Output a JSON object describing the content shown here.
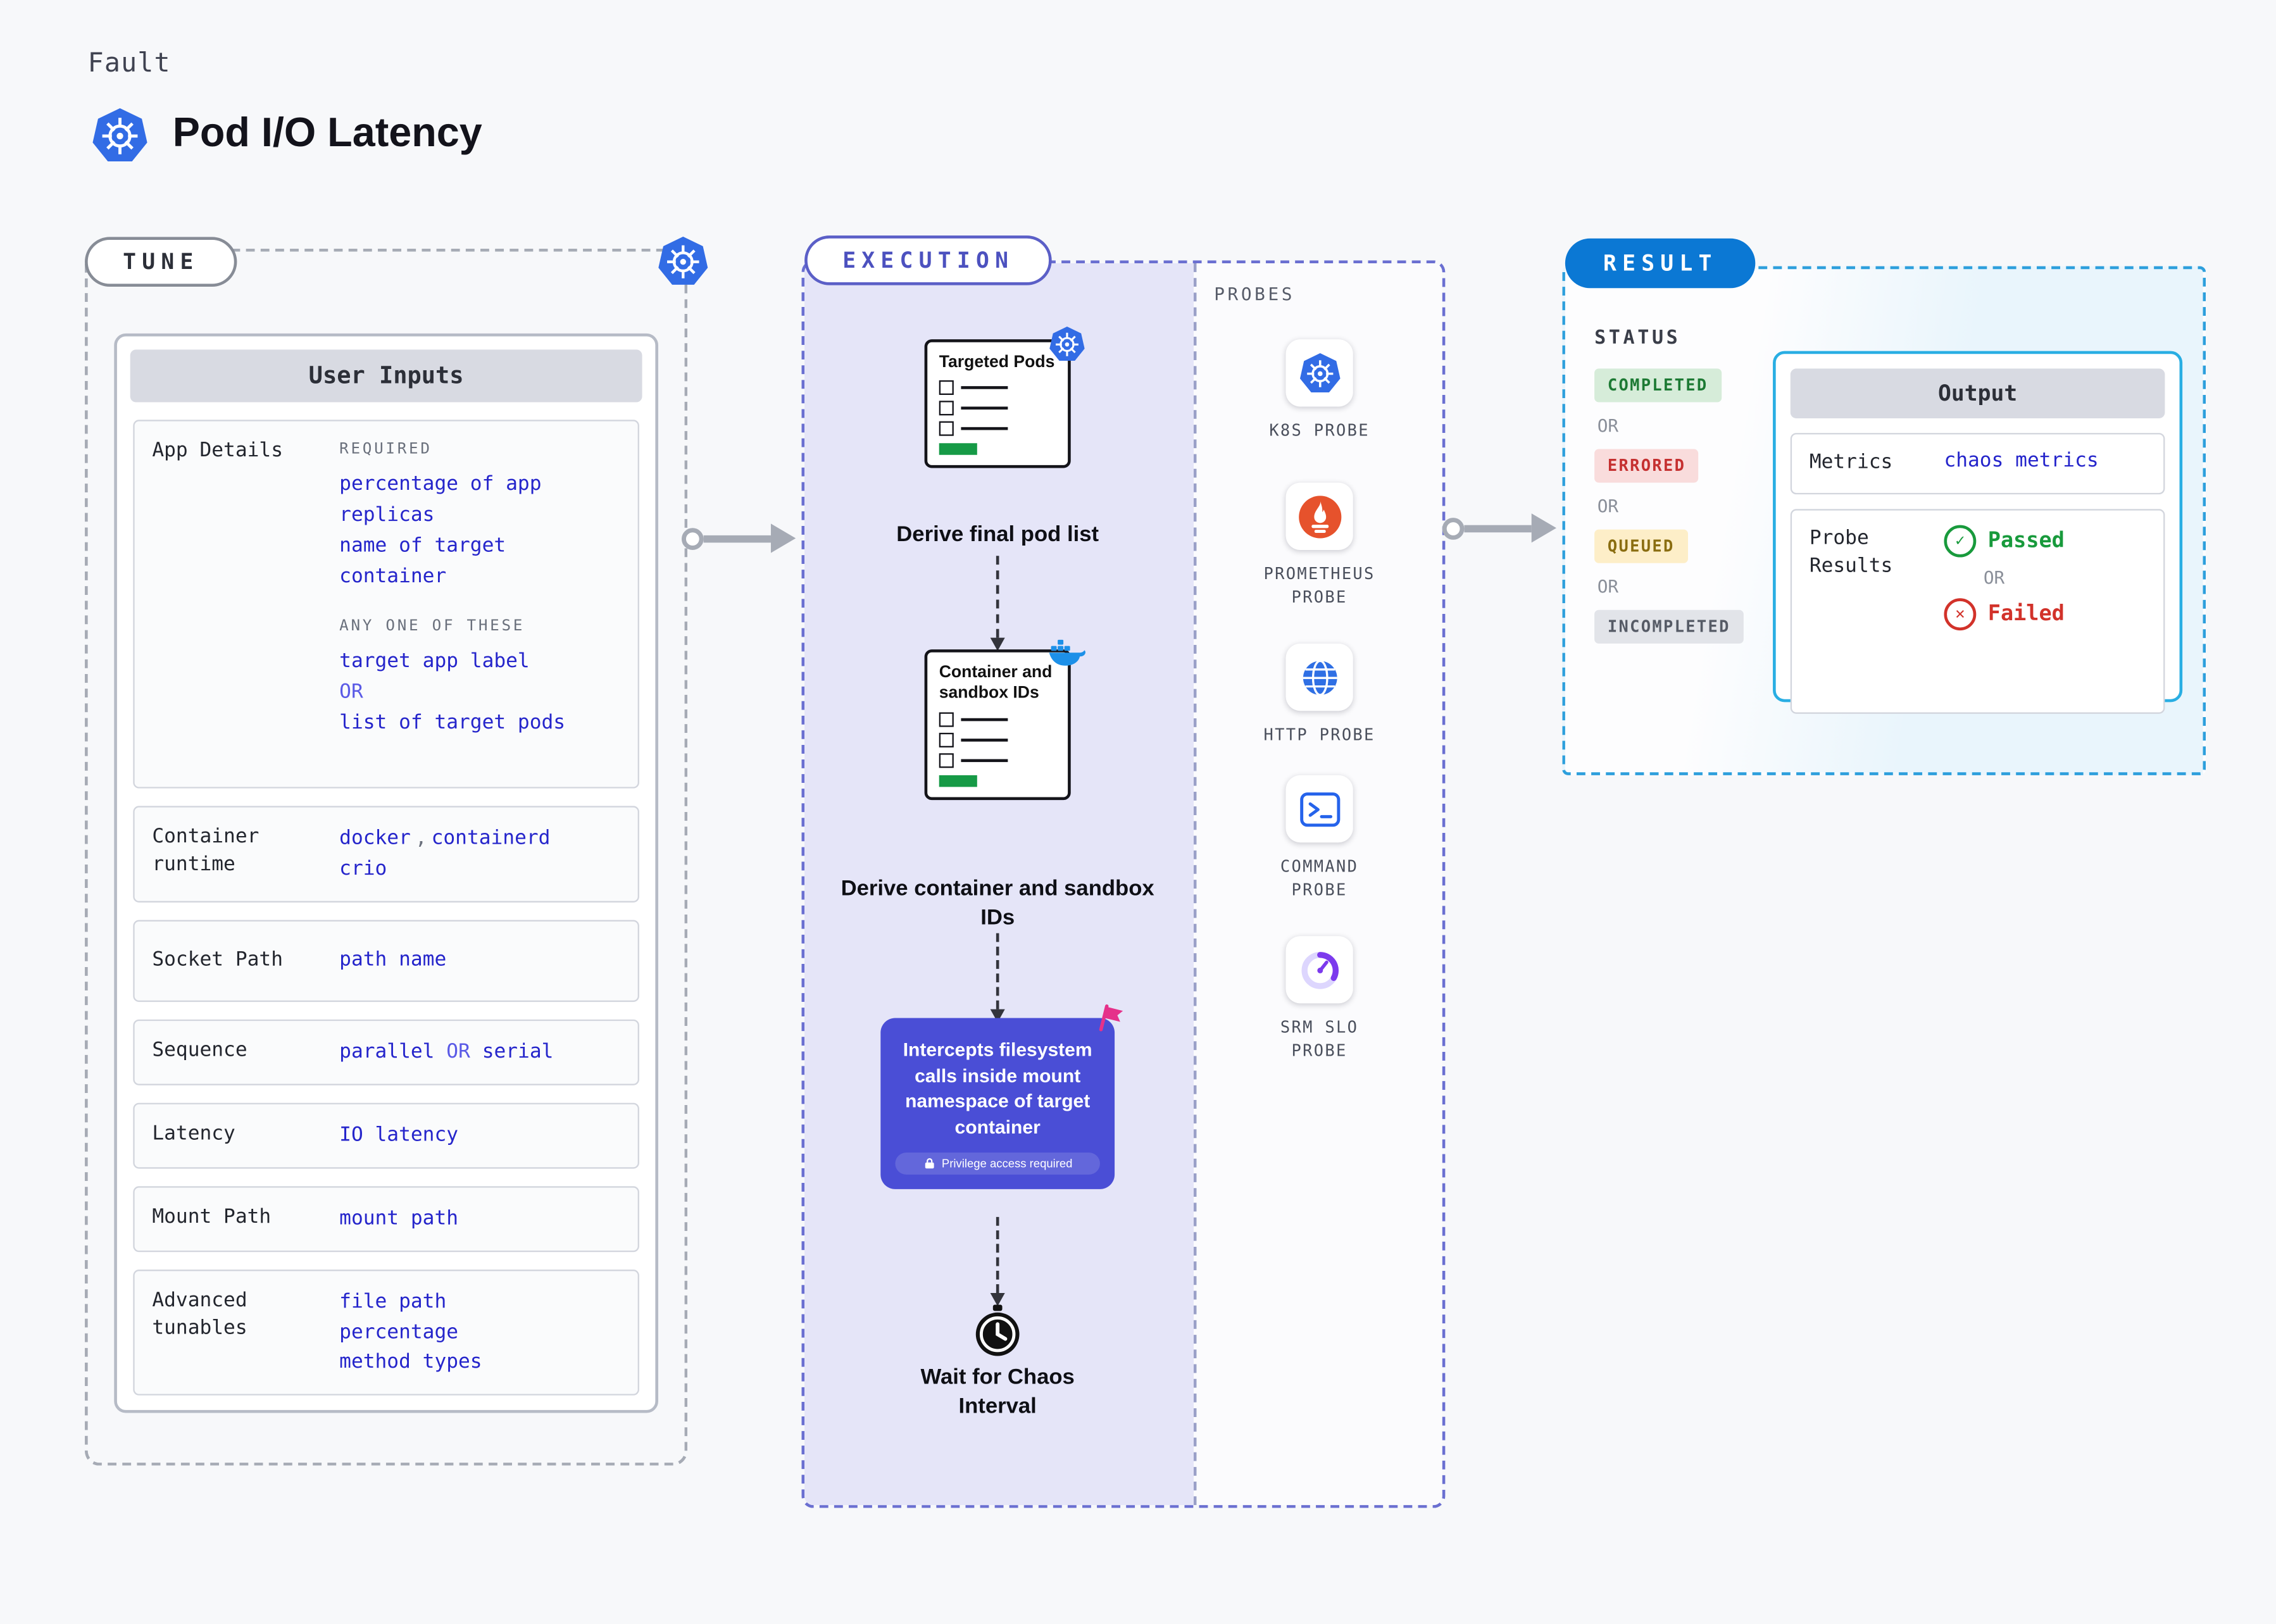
{
  "header": {
    "eyebrow": "Fault",
    "title": "Pod I/O Latency"
  },
  "tune": {
    "label": "TUNE",
    "card_title": "User Inputs",
    "app_details": {
      "label": "App Details",
      "required_heading": "REQUIRED",
      "required_items": [
        "percentage of app replicas",
        "name of target container"
      ],
      "anyone_heading": "ANY ONE OF THESE",
      "anyone_item_1": "target app label",
      "anyone_or": "OR",
      "anyone_item_2": "list of target pods"
    },
    "container_runtime": {
      "label": "Container runtime",
      "value_1": "docker",
      "separator": ",",
      "value_2": "containerd",
      "value_3": "crio"
    },
    "socket_path": {
      "label": "Socket Path",
      "value": "path name"
    },
    "sequence": {
      "label": "Sequence",
      "value_a": "parallel",
      "or_word": "OR",
      "value_b": "serial"
    },
    "latency": {
      "label": "Latency",
      "value": "IO latency"
    },
    "mount_path": {
      "label": "Mount Path",
      "value": "mount path"
    },
    "advanced_tunables": {
      "label": "Advanced tunables",
      "values": [
        "file path",
        "percentage",
        "method types"
      ]
    }
  },
  "execution": {
    "label": "EXECUTION",
    "step1": {
      "doc_title": "Targeted Pods",
      "caption": "Derive final pod list"
    },
    "step2": {
      "doc_title": "Container and sandbox IDs",
      "caption": "Derive container and sandbox IDs"
    },
    "intercept": {
      "text": "Intercepts filesystem calls inside mount namespace of target container",
      "note": "Privilege access required"
    },
    "wait": {
      "caption": "Wait for Chaos Interval"
    },
    "probes": {
      "heading": "PROBES",
      "items": [
        {
          "label": "K8S PROBE",
          "icon": "kubernetes-icon"
        },
        {
          "label": "PROMETHEUS PROBE",
          "icon": "prometheus-icon"
        },
        {
          "label": "HTTP PROBE",
          "icon": "globe-icon"
        },
        {
          "label": "COMMAND PROBE",
          "icon": "terminal-icon"
        },
        {
          "label": "SRM SLO PROBE",
          "icon": "gauge-icon"
        }
      ]
    }
  },
  "result": {
    "label": "RESULT",
    "status_heading": "STATUS",
    "statuses": [
      {
        "text": "COMPLETED",
        "type": "green"
      },
      {
        "text": "OR",
        "type": "or"
      },
      {
        "text": "ERRORED",
        "type": "red"
      },
      {
        "text": "OR",
        "type": "or"
      },
      {
        "text": "QUEUED",
        "type": "yellow"
      },
      {
        "text": "OR",
        "type": "or"
      },
      {
        "text": "INCOMPLETED",
        "type": "gray"
      }
    ],
    "output": {
      "title": "Output",
      "metrics_label": "Metrics",
      "metrics_value": "chaos metrics",
      "probe_results_label": "Probe Results",
      "passed_label": "Passed",
      "or_word": "OR",
      "failed_label": "Failed"
    }
  },
  "colors": {
    "accent_blue": "#2525cb",
    "execution_purple": "#5b5fc7",
    "result_blue": "#0b78d4",
    "success_green": "#1d9a3c",
    "fail_red": "#d2322a",
    "kubernetes_blue": "#326ce5",
    "prometheus_orange": "#e6522c",
    "intercept_indigo": "#4a4ed6"
  }
}
